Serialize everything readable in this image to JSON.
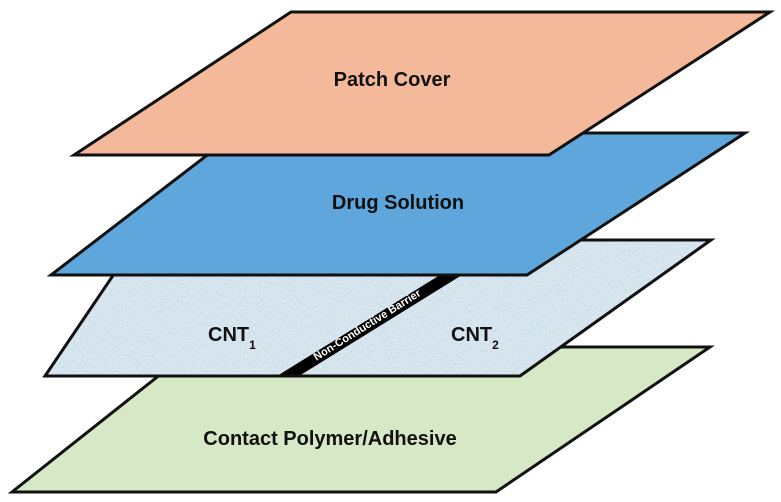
{
  "diagram": {
    "layers": {
      "patch_cover": {
        "label": "Patch Cover",
        "color": "#F4B99A"
      },
      "drug_solution": {
        "label": "Drug Solution",
        "color": "#5EA6DC"
      },
      "cnt_layer": {
        "cnt1": {
          "base": "CNT",
          "sub": "1"
        },
        "cnt2": {
          "base": "CNT",
          "sub": "2"
        },
        "barrier_label": "Non-Conductive Barrier",
        "texture_color": "#A9C6D9",
        "barrier_color": "#000000"
      },
      "contact_polymer": {
        "label": "Contact Polymer/Adhesive",
        "color": "#D6E8C6"
      }
    }
  }
}
